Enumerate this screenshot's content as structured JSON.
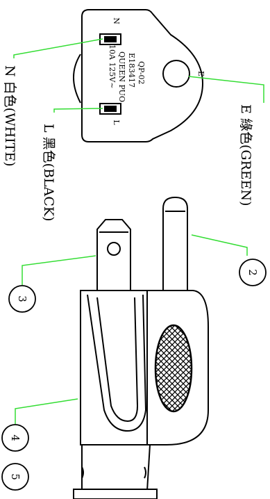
{
  "face": {
    "model": "QP-02",
    "cert": "E183417",
    "maker": "QUEEN PUO",
    "rating": "10A 125V~",
    "pin_n": "N",
    "pin_l": "L",
    "pin_e": "E"
  },
  "wires": {
    "earth": "E 綠色(GREEN)",
    "line": "L 黑色(BLACK)",
    "neutral": "N 白色(WHITE)"
  },
  "callouts": [
    "2",
    "3",
    "4",
    "5"
  ],
  "colors": {
    "leader": "#33dd33",
    "ink": "#000000"
  }
}
